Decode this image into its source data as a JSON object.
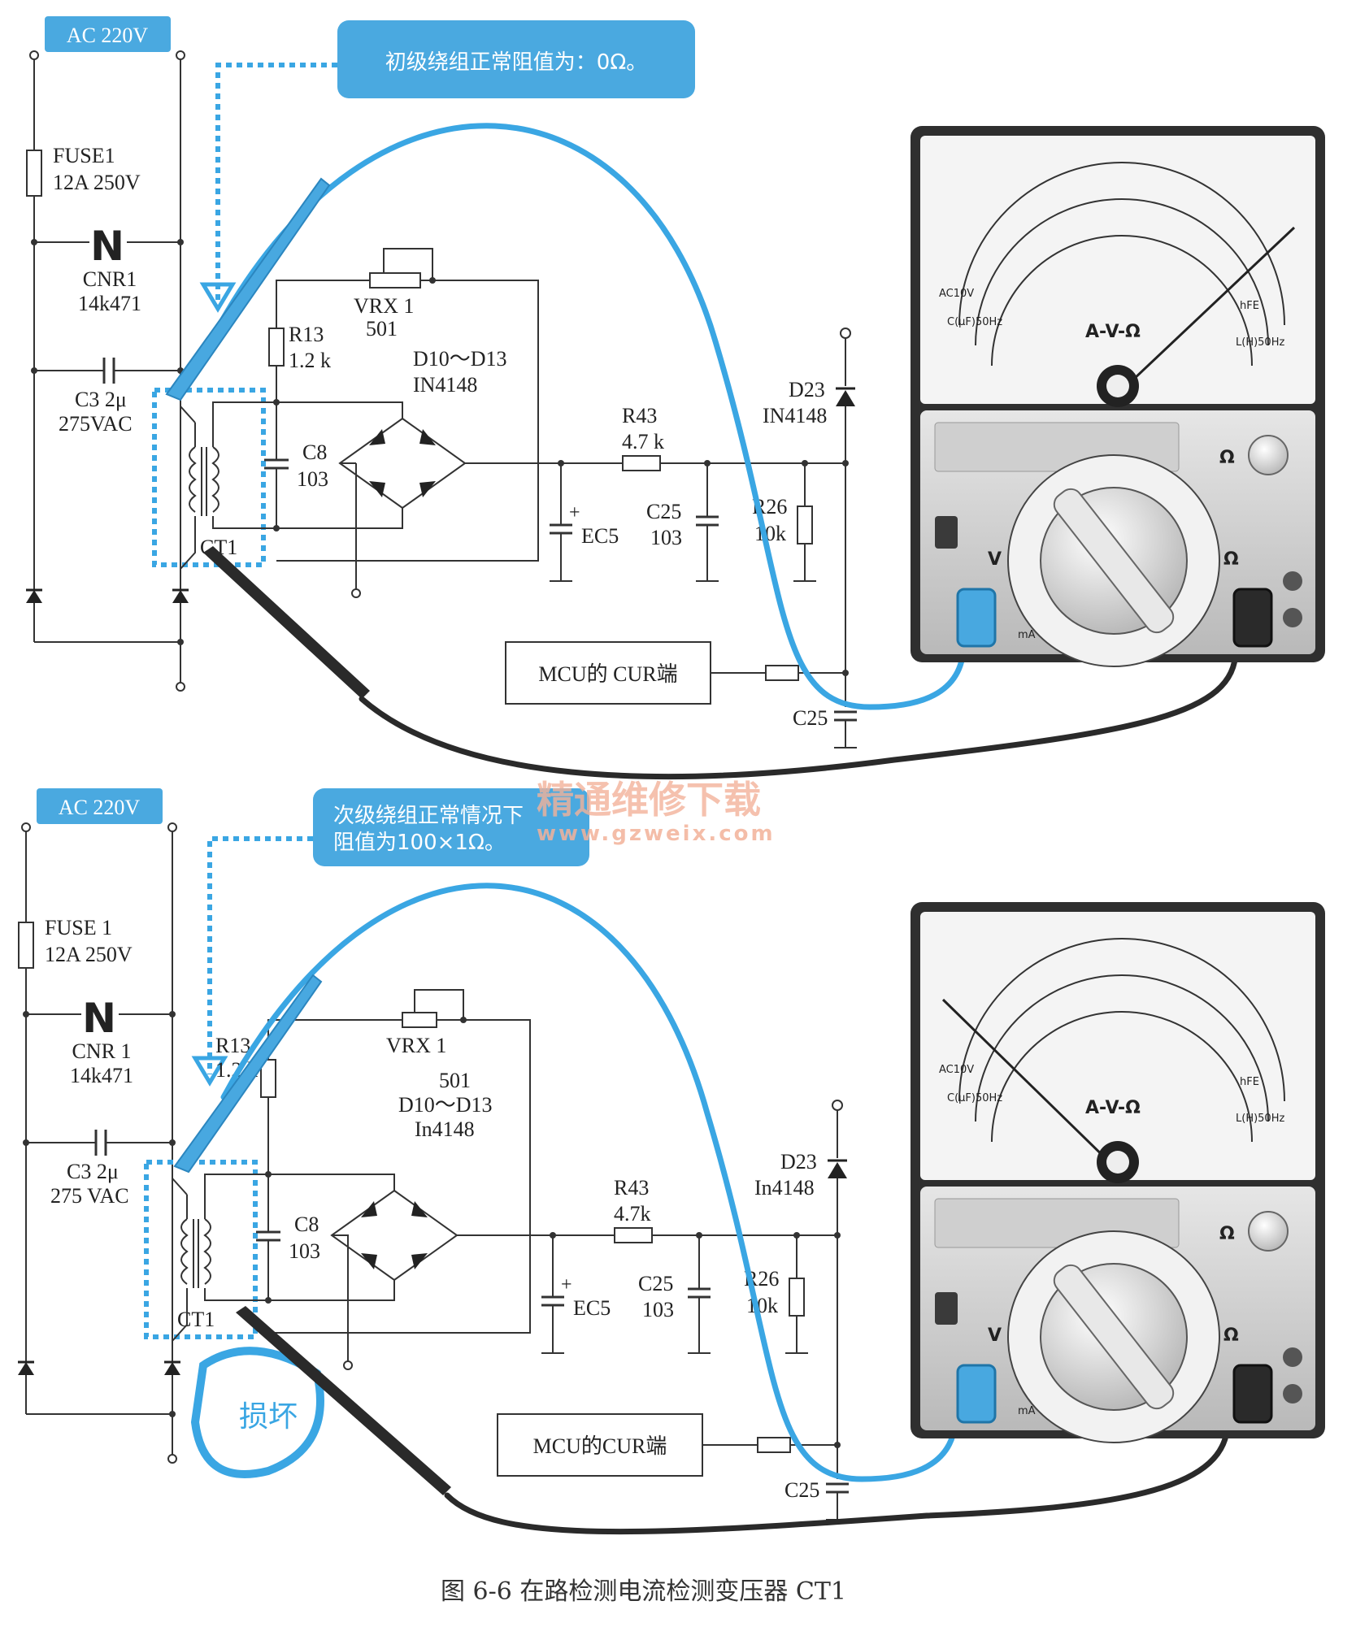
{
  "panels": [
    {
      "supply": "AC 220V",
      "callout": "初级绕组正常阻值为：0Ω。",
      "callout_line2": "",
      "fuse": [
        "FUSE1",
        "12A  250V"
      ],
      "cnr": [
        "CNR1",
        "14k471"
      ],
      "cap_c3": [
        "C3 2μ",
        "275VAC"
      ],
      "r13": [
        "R13",
        "1.2 k"
      ],
      "vrx": [
        "VRX 1",
        "501"
      ],
      "bridge": [
        "D10～D13",
        "IN4148"
      ],
      "c8": [
        "C8",
        "103"
      ],
      "ct1": "CT1",
      "r43": [
        "R43",
        "4.7 k"
      ],
      "d23": [
        "D23",
        "IN4148"
      ],
      "ec5": "EC5",
      "c25a": [
        "C25",
        "103"
      ],
      "r26": [
        "R26",
        "10k"
      ],
      "mcu": "MCU的  CUR端",
      "c25b": "C25",
      "ec5_plus": "+"
    },
    {
      "supply": "AC 220V",
      "callout": "次级绕组正常情况下",
      "callout_line2": "阻值为100×1Ω。",
      "fuse": [
        "FUSE 1",
        "12A 250V"
      ],
      "cnr": [
        "CNR 1",
        "14k471"
      ],
      "cap_c3": [
        "C3 2μ",
        "275 VAC"
      ],
      "r13": [
        "R13",
        "1.2 k"
      ],
      "vrx": [
        "VRX 1",
        "501"
      ],
      "bridge": [
        "D10～D13",
        "In4148"
      ],
      "c8": [
        "C8",
        "103"
      ],
      "ct1": "CT1",
      "r43": [
        "R43",
        "4.7k"
      ],
      "d23": [
        "D23",
        "In4148"
      ],
      "ec5": "EC5",
      "c25a": [
        "C25",
        "103"
      ],
      "r26": [
        "R26",
        "10k"
      ],
      "mcu": "MCU的CUR端",
      "c25b": "C25",
      "damaged": "损坏",
      "ec5_plus": "+"
    }
  ],
  "meter": {
    "function_label": "A-V-Ω",
    "ohm_symbol": "Ω",
    "v_label": "V",
    "ma_label": "mA",
    "ac10v": "AC10V",
    "cf50": "C(μF)50Hz",
    "lh50": "L(H)50Hz",
    "hfe": "hFE"
  },
  "watermark": {
    "cn": "精通维修下载",
    "url": "www.gzweix.com"
  },
  "caption": "图 6-6    在路检测电流检测变压器 CT1",
  "colors": {
    "accent_blue": "#3aa6e3",
    "callout_bg": "#4aa9e0",
    "probe_blue": "#48a8e0",
    "probe_black": "#2a2a2a",
    "meter_body": "#d8d8d8"
  }
}
